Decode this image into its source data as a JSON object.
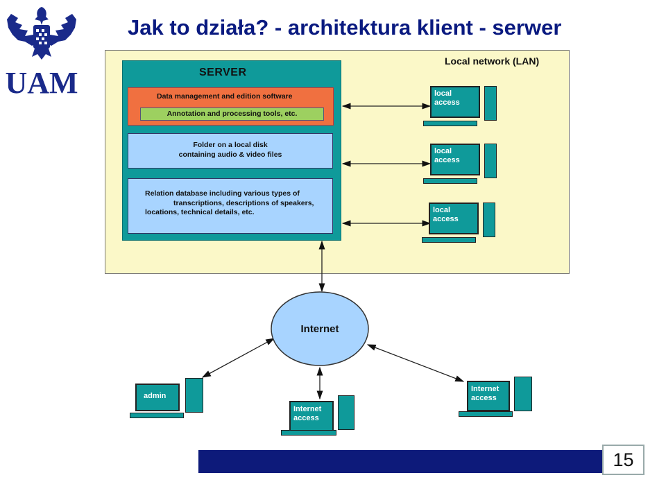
{
  "title": "Jak to działa? - architektura klient - serwer",
  "logo_text": "UAM",
  "diagram": {
    "lan_label": "Local network (LAN)",
    "server_label": "SERVER",
    "server_components": {
      "software": "Data management and edition software",
      "tools": "Annotation and processing tools, etc.",
      "folder_line1": "Folder on a local disk",
      "folder_line2": "containing audio & video files",
      "database_line1": "Relation database including various types of",
      "database_line2": "transcriptions, descriptions of speakers,",
      "database_line3": "locations, technical details, etc."
    },
    "local_terminals": [
      {
        "line1": "local",
        "line2": "access"
      },
      {
        "line1": "local",
        "line2": "access"
      },
      {
        "line1": "local",
        "line2": "access"
      }
    ],
    "internet_label": "Internet",
    "remote_terminals": {
      "admin": "admin",
      "center_line1": "Internet",
      "center_line2": "access",
      "right_line1": "Internet",
      "right_line2": "access"
    }
  },
  "page_number": "15",
  "colors": {
    "title": "#0a1a80",
    "server": "#0f9a9a",
    "lan": "#fbf8c8",
    "internet": "#a8d4ff",
    "footer": "#0d1a7a"
  }
}
